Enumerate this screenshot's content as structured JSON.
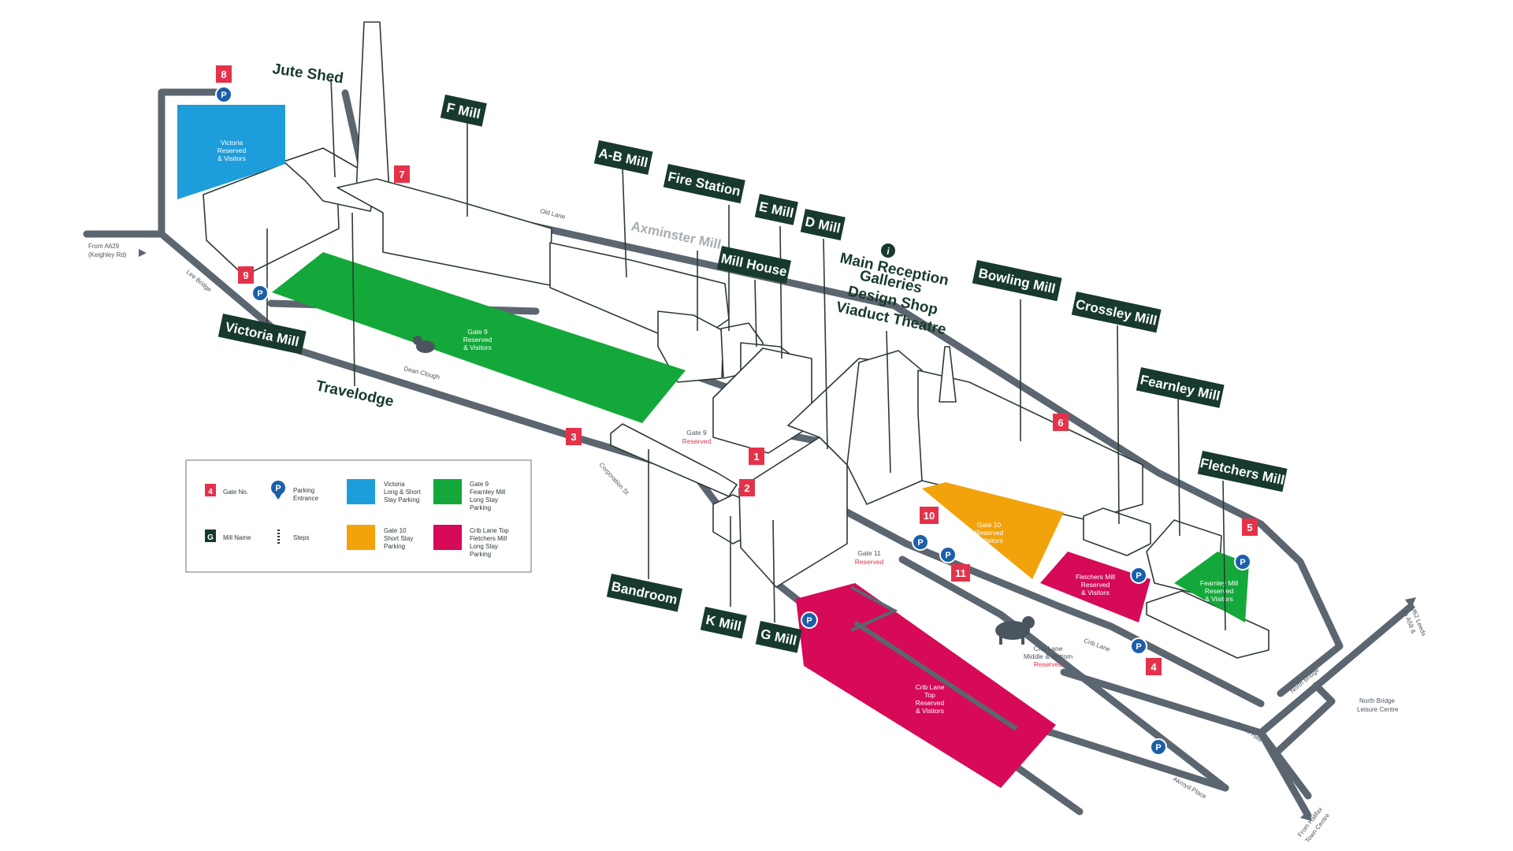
{
  "map": {
    "mill_labels": {
      "jute_shed": "Jute Shed",
      "f_mill": "F Mill",
      "ab_mill": "A-B Mill",
      "fire_station": "Fire Station",
      "e_mill": "E Mill",
      "d_mill": "D Mill",
      "axminster_mill": "Axminster Mill",
      "mill_house": "Mill House",
      "bowling_mill": "Bowling Mill",
      "crossley_mill": "Crossley Mill",
      "fearnley_mill": "Fearnley Mill",
      "fletchers_mill": "Fletchers Mill",
      "victoria_mill": "Victoria Mill",
      "travelodge": "Travelodge",
      "bandroom": "Bandroom",
      "k_mill": "K Mill",
      "g_mill": "G Mill"
    },
    "info_label": {
      "line1": "Main Reception",
      "line2": "Galleries",
      "line3": "Design Shop",
      "line4": "Viaduct Theatre"
    },
    "gates": [
      "1",
      "2",
      "3",
      "4",
      "5",
      "6",
      "7",
      "8",
      "9",
      "10",
      "11"
    ],
    "parking_symbol": "P",
    "info_symbol": "i",
    "lots": {
      "victoria": {
        "line1": "Victoria",
        "line2": "Reserved",
        "line3": "& Visitors"
      },
      "gate9": {
        "line1": "Gate 9",
        "line2": "Reserved",
        "line3": "& Visitors"
      },
      "gate10": {
        "line1": "Gate 10",
        "line2": "Reserved",
        "line3": "& Visitors"
      },
      "fletchers": {
        "line1": "Fletchers Mill",
        "line2": "Reserved",
        "line3": "& Visitors"
      },
      "fearnley": {
        "line1": "Fearnley Mill",
        "line2": "Reserved",
        "line3": "& Visitors"
      },
      "crib_top": {
        "line1": "Crib Lane",
        "line2": "Top",
        "line3": "Reserved",
        "line4": "& Visitors"
      }
    },
    "reserved_labels": {
      "gate9": {
        "name": "Gate 9",
        "status": "Reserved"
      },
      "gate11": {
        "name": "Gate 11",
        "status": "Reserved"
      },
      "crib_middle": {
        "line1": "Crib Lane",
        "line2": "Middle & Bottom",
        "status": "Reserved"
      }
    },
    "streets": {
      "old_lane": "Old Lane",
      "lee_bridge": "Lee Bridge",
      "dean_clough": "Dean Clough",
      "corporation_st": "Corporation St",
      "crib_lane": "Crib Lane",
      "akroyd_place": "Akroyd Place",
      "cross_hills": "Cross Hills",
      "north_bridge": "North Bridge",
      "north_bridge_leisure_l1": "North Bridge",
      "north_bridge_leisure_l2": "Leisure Centre"
    },
    "directions": {
      "from_a629_l1": "From A629",
      "from_a629_l2": "(Keighley Rd)",
      "to_a58_l1": "To A58 &",
      "to_a58_l2": "M62 Leeds",
      "from_halifax_l1": "From Halifax",
      "from_halifax_l2": "Town Centre"
    }
  },
  "legend": {
    "gate_sample": "4",
    "gate_no": "Gate No.",
    "parking_l1": "Parking",
    "parking_l2": "Entrance",
    "victoria_l1": "Victoria",
    "victoria_l2": "Long & Short",
    "victoria_l3": "Stay Parking",
    "gate9_l1": "Gate 9",
    "gate9_l2": "Fearnley Mill",
    "gate9_l3": "Long Stay",
    "gate9_l4": "Parking",
    "mill_sample": "G",
    "mill_name": "Mill Name",
    "steps": "Steps",
    "gate10_l1": "Gate 10",
    "gate10_l2": "Short Stay",
    "gate10_l3": "Parking",
    "crib_l1": "Crib Lane Top",
    "crib_l2": "Fletchers Mill",
    "crib_l3": "Long Stay",
    "crib_l4": "Parking"
  },
  "colors": {
    "victoria_blue": "#1e9ddb",
    "gate9_green": "#14a83b",
    "gate10_orange": "#f2a30c",
    "crib_magenta": "#d60a57",
    "gate_red": "#e4324a",
    "label_dark_green": "#173a2c",
    "road_grey": "#5c6670",
    "parking_blue": "#1b5fa8"
  }
}
